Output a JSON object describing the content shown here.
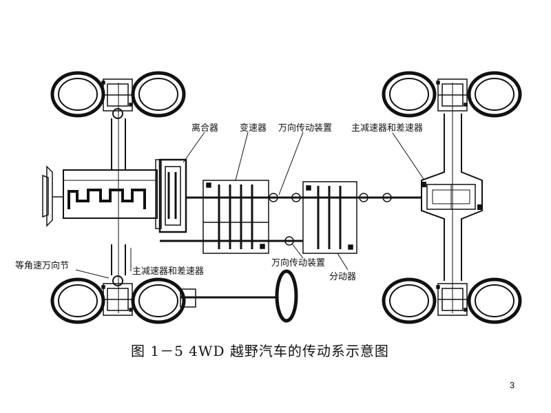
{
  "labels": {
    "clutch": "离合器",
    "gearbox": "变速器",
    "driveshaft_top": "万向传动装置",
    "rear_final_drive": "主减速器和差速器",
    "cv_joint": "等角速万向节",
    "front_final_drive": "主减速器和差速器",
    "driveshaft_bottom": "万向传动装置",
    "transfer_case": "分动器"
  },
  "caption": "图 1－5  4WD 越野汽车的传动系示意图",
  "page_number": "3"
}
